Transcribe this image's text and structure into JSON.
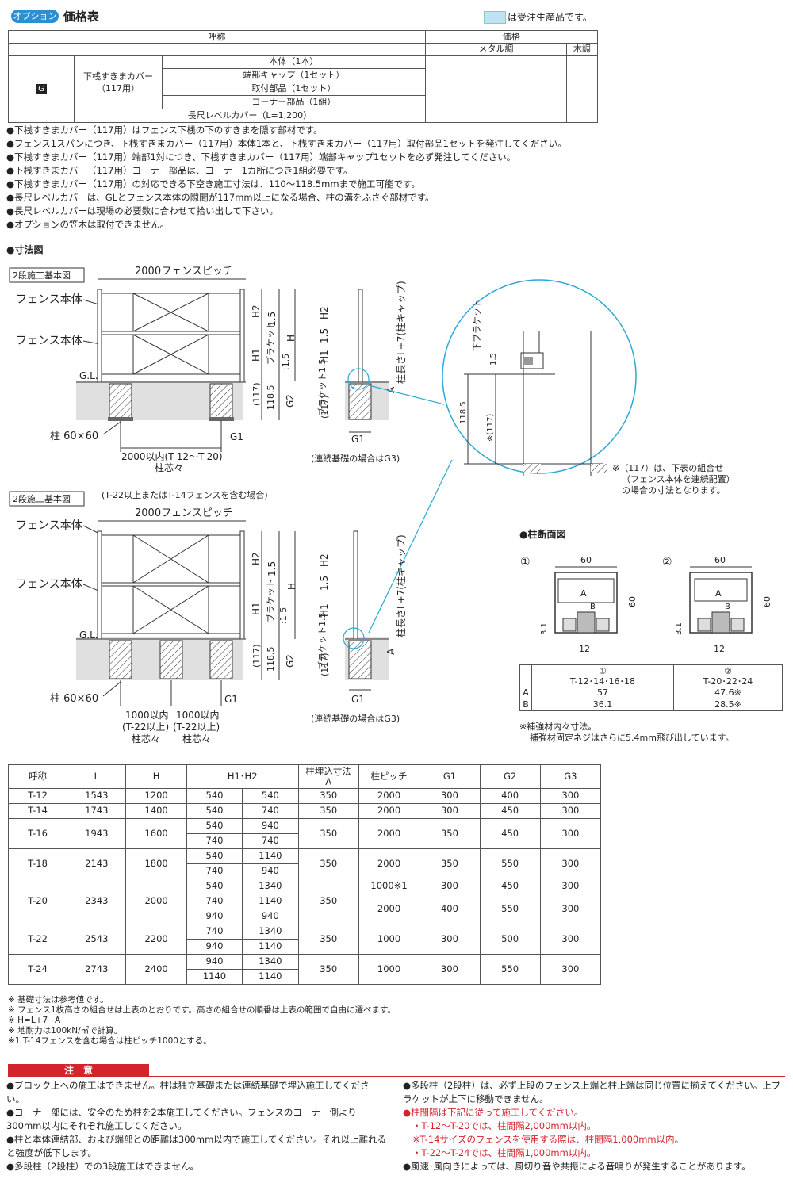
{
  "header": {
    "option_badge": "オプション",
    "title": "価格表",
    "legend_text": "は受注生産品です。",
    "legend_color": "#bfe3f3"
  },
  "price_table": {
    "col_name": "呼称",
    "col_price": "価格",
    "col_metal": "メタル調",
    "col_wood": "木調",
    "code": "G",
    "group_label": "下桟すきまカバー（117用）",
    "items": [
      "本体（1本）",
      "端部キャップ（1セット）",
      "取付部品（1セット）",
      "コーナー部品（1組）"
    ],
    "long_item": "長尺レベルカバー（L=1,200）"
  },
  "notes": [
    "●下桟すきまカバー（117用）はフェンス下桟の下のすきまを隠す部材です。",
    "●フェンス1スパンにつき、下桟すきまカバー（117用）本体1本と、下桟すきまカバー（117用）取付部品1セットを発注してください。",
    "●下桟すきまカバー（117用）端部1対につき、下桟すきまカバー（117用）端部キャップ1セットを必ず発注してください。",
    "●下桟すきまカバー（117用）コーナー部品は、コーナー1カ所につき1組必要です。",
    "●下桟すきまカバー（117用）の対応できる下空き施工寸法は、110〜118.5mmまで施工可能です。",
    "●長尺レベルカバーは、GLとフェンス本体の隙間が117mm以上になる場合、柱の溝をふさぐ部材です。",
    "●長尺レベルカバーは現場の必要数に合わせて拾い出して下さい。",
    "●オプションの笠木は取付できません。"
  ],
  "dimension": {
    "title": "●寸法図",
    "diagram1": {
      "label": "2段施工基本図",
      "pitch": "2000フェンスピッチ",
      "fence1": "フェンス本体",
      "fence2": "フェンス本体",
      "gl": "G.L.",
      "post": "柱 60×60",
      "span1": "2000以内(T-12〜T-20)",
      "span2": "柱芯々",
      "g1": "G1",
      "note": "(連続基礎の場合はG3)"
    },
    "diagram2": {
      "label": "2段施工基本図",
      "sub": "(T-22以上またはT-14フェンスを含む場合)",
      "pitch": "2000フェンスピッチ",
      "fence1": "フェンス本体",
      "fence2": "フェンス本体",
      "gl": "G.L.",
      "post": "柱 60×60",
      "span_a1": "1000以内",
      "span_a2": "(T-22以上)",
      "span_a3": "柱芯々",
      "span_b1": "1000以内",
      "span_b2": "(T-22以上)",
      "span_b3": "柱芯々",
      "g1": "G1",
      "note": "(連続基礎の場合はG3)"
    },
    "labels": {
      "h2": "H2",
      "h1": "H1",
      "h": "H",
      "g2": "G2",
      "a": "A",
      "d15": "1.5",
      "d15b": ":1.5",
      "bracket": "ブラケット",
      "bracket15": "ブラケット1.5",
      "d1185": "118.5",
      "d117": "(117)",
      "post_len": "柱長さL+7(柱キャップ)"
    },
    "detail": {
      "bracket": "下ブラケット",
      "d15": "1.5",
      "d1185": "118.5",
      "d117": "※(117)",
      "note1": "※（117）は、下表の組合せ",
      "note2": "（フェンス本体を連続配置）",
      "note3": "の場合の寸法となります。"
    }
  },
  "section": {
    "title": "●柱断面図",
    "n1": "①",
    "n2": "②",
    "w": "60",
    "h": "60",
    "a": "A",
    "b": "B",
    "t": "3.1",
    "s": "12",
    "table_h1": "①",
    "table_h1b": "T-12･14･16･18",
    "table_h2": "②",
    "table_h2b": "T-20･22･24",
    "rows": [
      {
        "k": "A",
        "v1": "57",
        "v2": "47.6※"
      },
      {
        "k": "B",
        "v1": "36.1",
        "v2": "28.5※"
      }
    ],
    "note1": "※補強材内々寸法。",
    "note2": "補強材固定ネジはさらに5.4mm飛び出しています。"
  },
  "spec_table": {
    "headers": [
      "呼称",
      "L",
      "H",
      "H1･H2",
      "柱埋込寸法A",
      "柱ピッチ",
      "G1",
      "G2",
      "G3"
    ],
    "header_a1": "柱埋込寸法",
    "header_a2": "A",
    "rows": [
      {
        "name": "T-12",
        "L": "1543",
        "H": "1200",
        "hh": [
          [
            "540",
            "540"
          ]
        ],
        "A": "350",
        "pitch": [
          [
            "2000",
            "300",
            "400",
            "300"
          ]
        ]
      },
      {
        "name": "T-14",
        "L": "1743",
        "H": "1400",
        "hh": [
          [
            "540",
            "740"
          ]
        ],
        "A": "350",
        "pitch": [
          [
            "2000",
            "300",
            "450",
            "300"
          ]
        ]
      },
      {
        "name": "T-16",
        "L": "1943",
        "H": "1600",
        "hh": [
          [
            "540",
            "940"
          ],
          [
            "740",
            "740"
          ]
        ],
        "A": "350",
        "pitch": [
          [
            "2000",
            "350",
            "450",
            "300"
          ]
        ]
      },
      {
        "name": "T-18",
        "L": "2143",
        "H": "1800",
        "hh": [
          [
            "540",
            "1140"
          ],
          [
            "740",
            "940"
          ]
        ],
        "A": "350",
        "pitch": [
          [
            "2000",
            "350",
            "550",
            "300"
          ]
        ]
      },
      {
        "name": "T-20",
        "L": "2343",
        "H": "2000",
        "hh": [
          [
            "540",
            "1340"
          ],
          [
            "740",
            "1140"
          ],
          [
            "940",
            "940"
          ]
        ],
        "A": "350",
        "pitch": [
          [
            "1000※1",
            "300",
            "450",
            "300"
          ],
          [
            "2000",
            "400",
            "550",
            "300"
          ]
        ]
      },
      {
        "name": "T-22",
        "L": "2543",
        "H": "2200",
        "hh": [
          [
            "740",
            "1340"
          ],
          [
            "940",
            "1140"
          ]
        ],
        "A": "350",
        "pitch": [
          [
            "1000",
            "300",
            "500",
            "300"
          ]
        ]
      },
      {
        "name": "T-24",
        "L": "2743",
        "H": "2400",
        "hh": [
          [
            "940",
            "1340"
          ],
          [
            "1140",
            "1140"
          ]
        ],
        "A": "350",
        "pitch": [
          [
            "1000",
            "300",
            "550",
            "300"
          ]
        ]
      }
    ]
  },
  "footnotes": [
    "※ 基礎寸法は参考値です。",
    "※ フェンス1枚高さの組合せは上表のとおりです。高さの組合せの順番は上表の範囲で自由に選べます。",
    "※ H=L+7−A",
    "※ 地耐力は100kN/㎡で計算。",
    "※1 T-14フェンスを含む場合は柱ピッチ1000とする。"
  ],
  "caution": {
    "title": "注　意",
    "title_color": "#d3232d",
    "left": [
      "●ブロック上への施工はできません。柱は独立基礎または連続基礎で埋込施工してください。",
      "●コーナー部には、安全のため柱を2本施工してください。フェンスのコーナー側より300mm以内にそれぞれ施工してください。",
      "●柱と本体連結部、および端部との距離は300mm以内で施工してください。それ以上離れると強度が低下します。",
      "●多段柱（2段柱）での3段施工はできません。"
    ],
    "right1": "●多段柱（2段柱）は、必ず上段のフェンス上端と柱上端は同じ位置に揃えてください。上ブラケットが上下に移動できません。",
    "right_red": [
      "●柱間隔は下記に従って施工してください。",
      "・T-12〜T-20では、柱間隔2,000mm以内。",
      "※T-14サイズのフェンスを使用する際は、柱間隔1,000mm以内。",
      "・T-22〜T-24では、柱間隔1,000mm以内。"
    ],
    "right_last": "●風速･風向きによっては、風切り音や共振による音鳴りが発生することがあります。"
  }
}
